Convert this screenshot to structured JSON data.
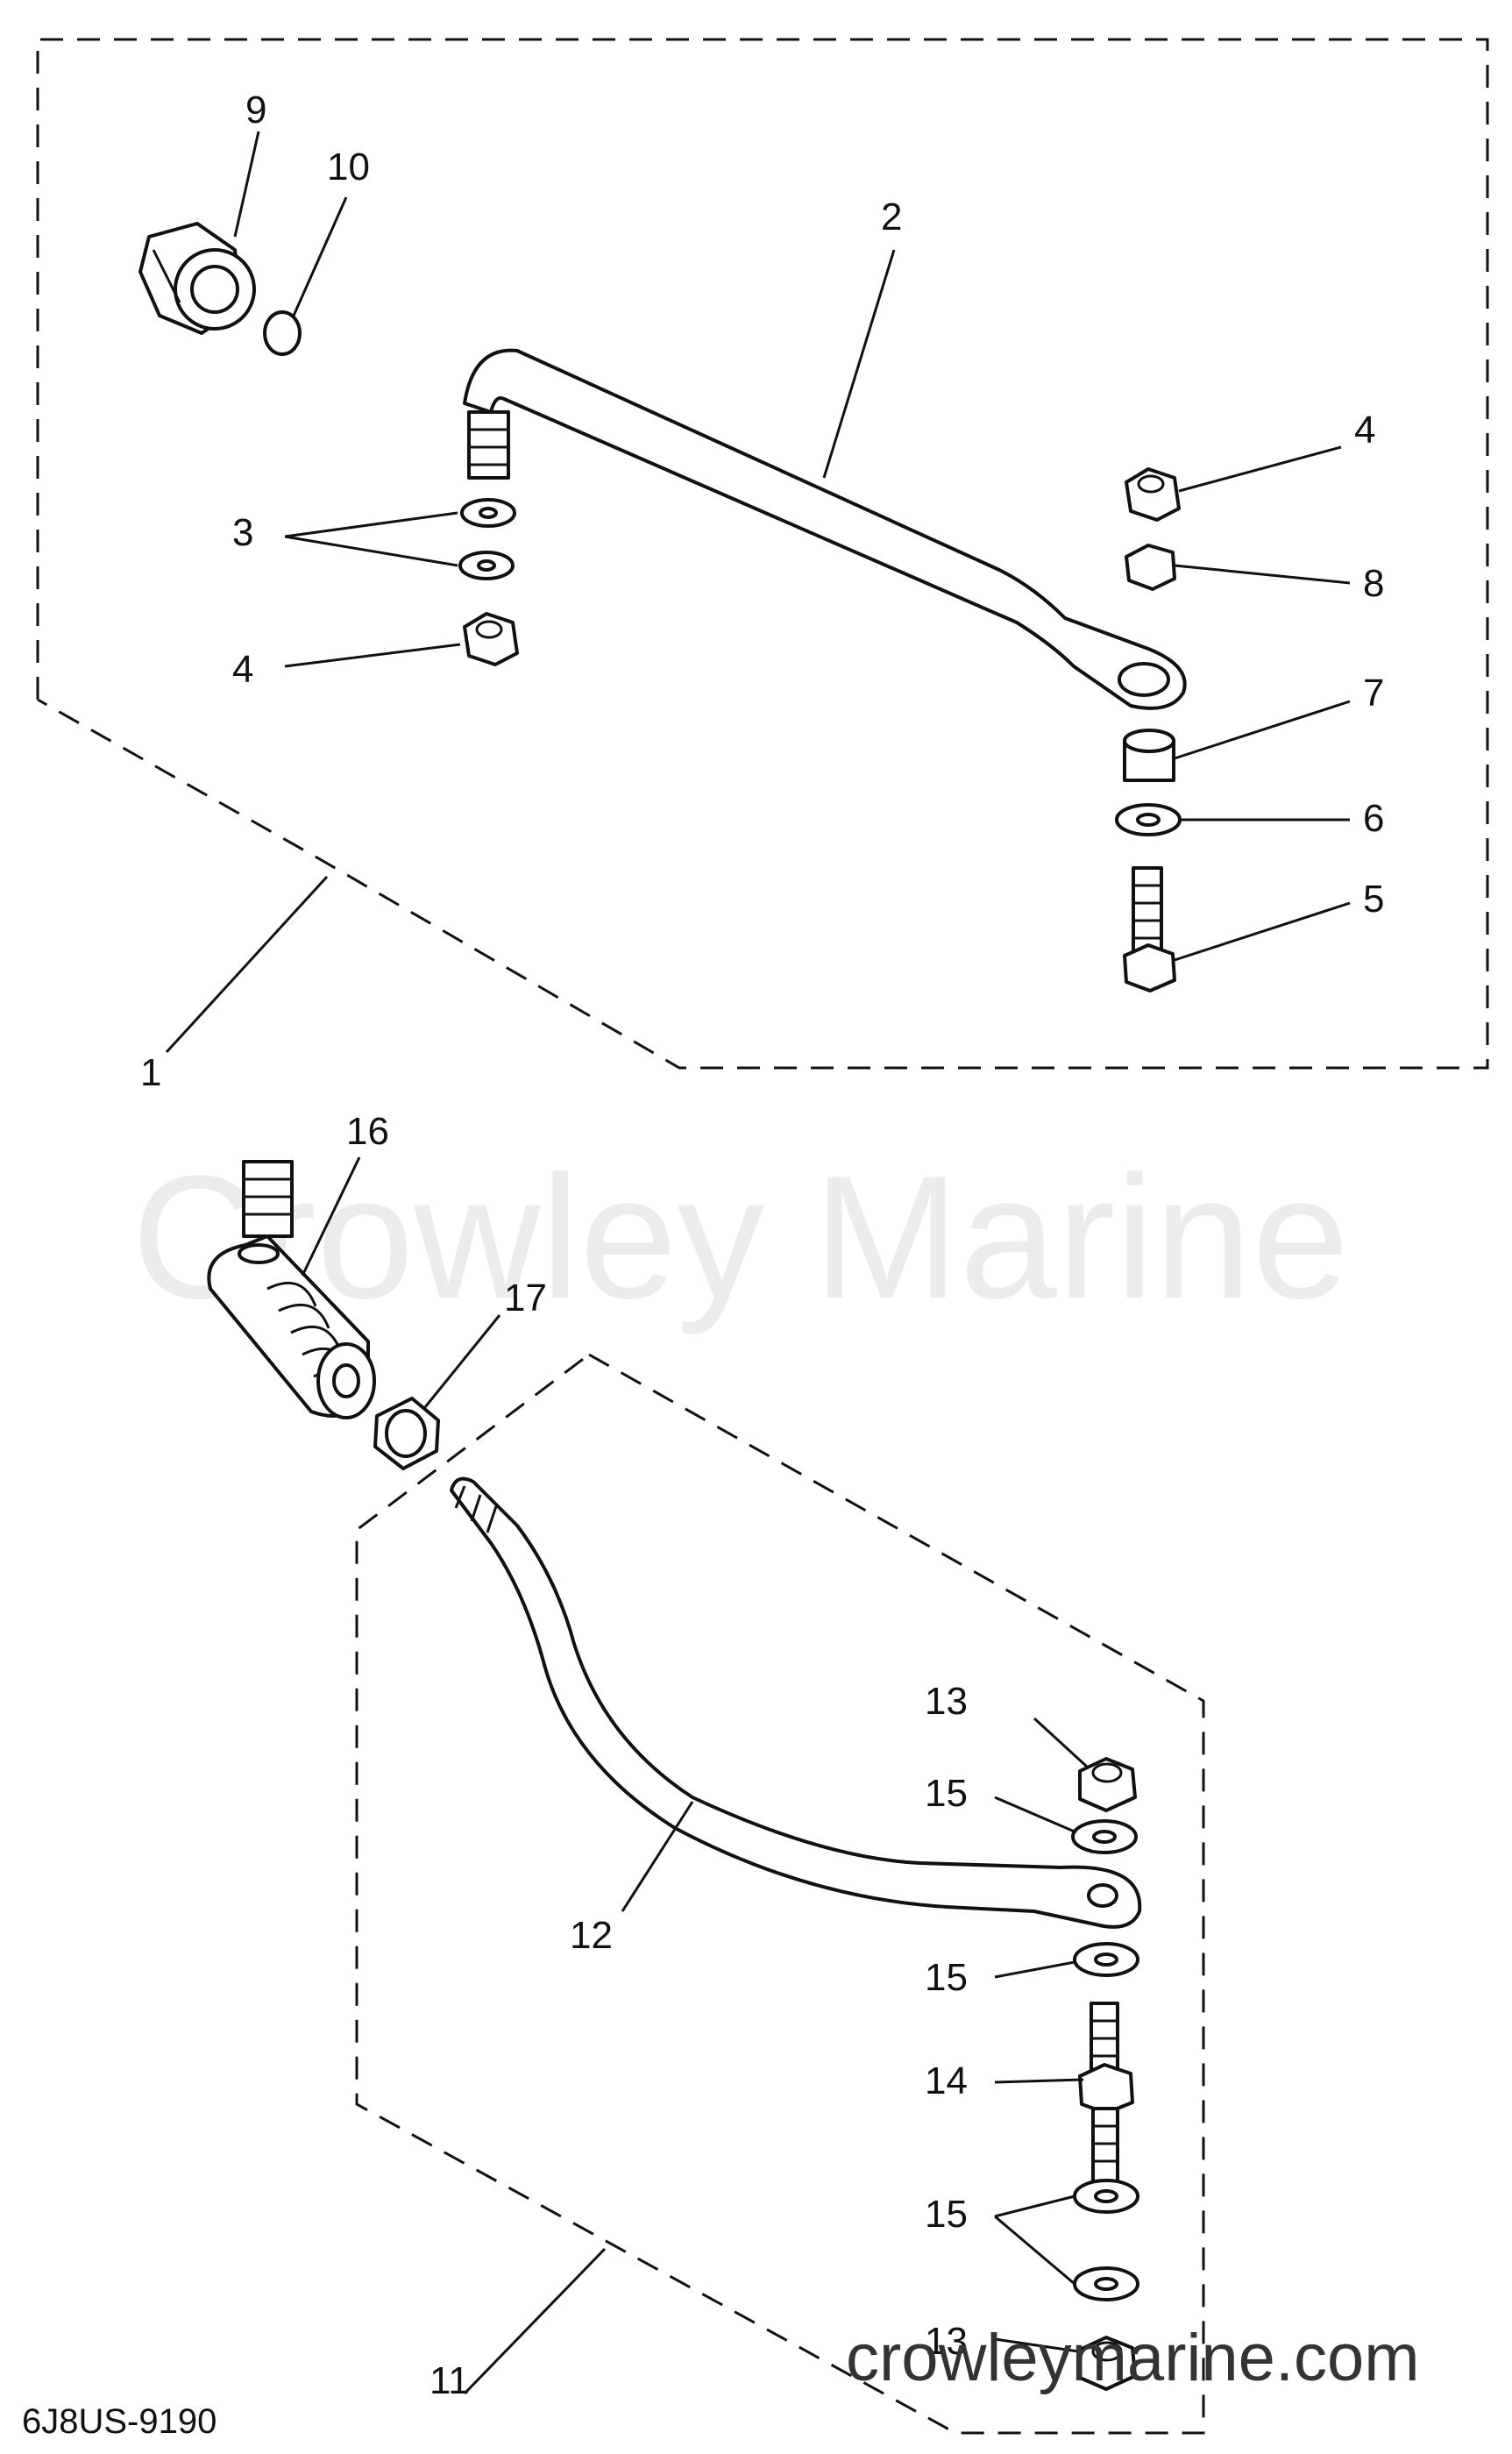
{
  "diagram": {
    "code": "6J8US-9190",
    "watermark_center": "Crowley Marine",
    "watermark_corner": "crowleymarine.com"
  },
  "callouts": {
    "c1": "1",
    "c2": "2",
    "c3": "3",
    "c4a": "4",
    "c4b": "4",
    "c5": "5",
    "c6": "6",
    "c7": "7",
    "c8": "8",
    "c9": "9",
    "c10": "10",
    "c11": "11",
    "c12": "12",
    "c13a": "13",
    "c13b": "13",
    "c14": "14",
    "c15a": "15",
    "c15b": "15",
    "c15c": "15",
    "c16": "16",
    "c17": "17"
  }
}
